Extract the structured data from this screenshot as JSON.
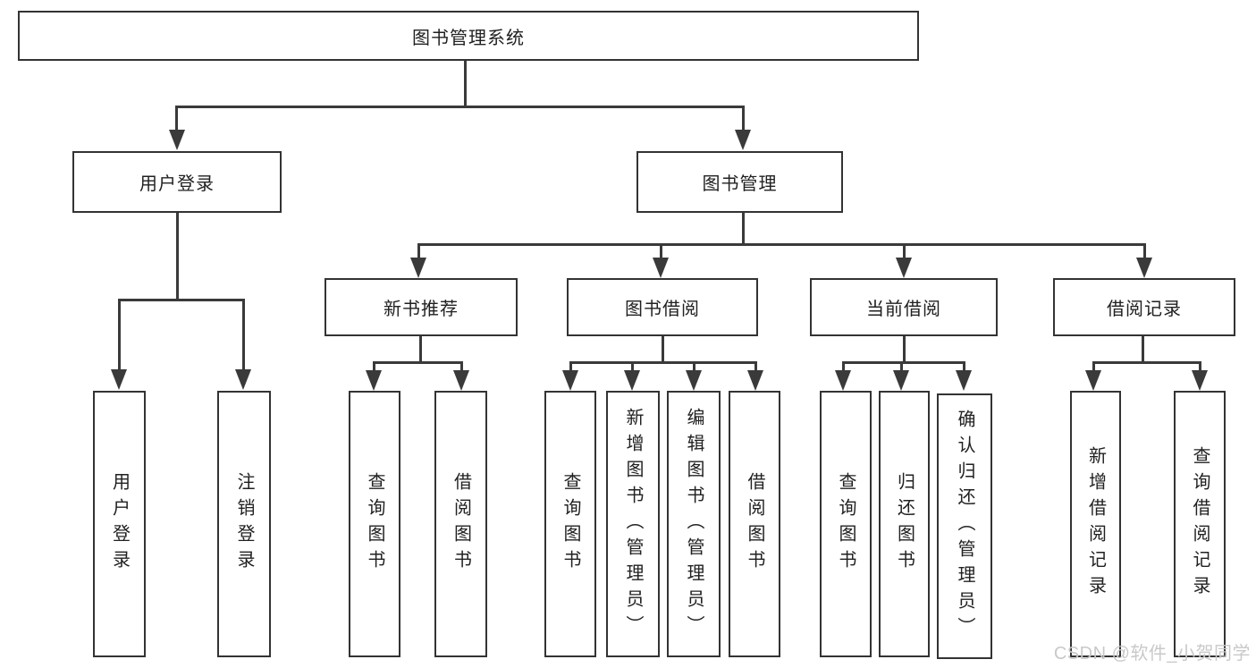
{
  "nodes": {
    "root": "图书管理系统",
    "user_login": "用户登录",
    "book_mgmt": "图书管理",
    "new_book_rec": "新书推荐",
    "book_borrow": "图书借阅",
    "current_borrow": "当前借阅",
    "borrow_records": "借阅记录",
    "ul_login": "用户登录",
    "ul_logout": "注销登录",
    "nb_query": "查询图书",
    "nb_borrow": "借阅图书",
    "bb_query": "查询图书",
    "bb_add": "新增图书（管理员）",
    "bb_edit": "编辑图书（管理员）",
    "bb_borrow": "借阅图书",
    "cb_query": "查询图书",
    "cb_return": "归还图书",
    "cb_confirm": "确认归还（管理员）",
    "br_add": "新增借阅记录",
    "br_query": "查询借阅记录"
  },
  "watermark": "CSDN @软件_小贺同学",
  "colors": {
    "line": "#3a3a3a",
    "box_border": "#333333",
    "text": "#212121",
    "watermark": "#c9c9c9",
    "background": "#ffffff"
  }
}
